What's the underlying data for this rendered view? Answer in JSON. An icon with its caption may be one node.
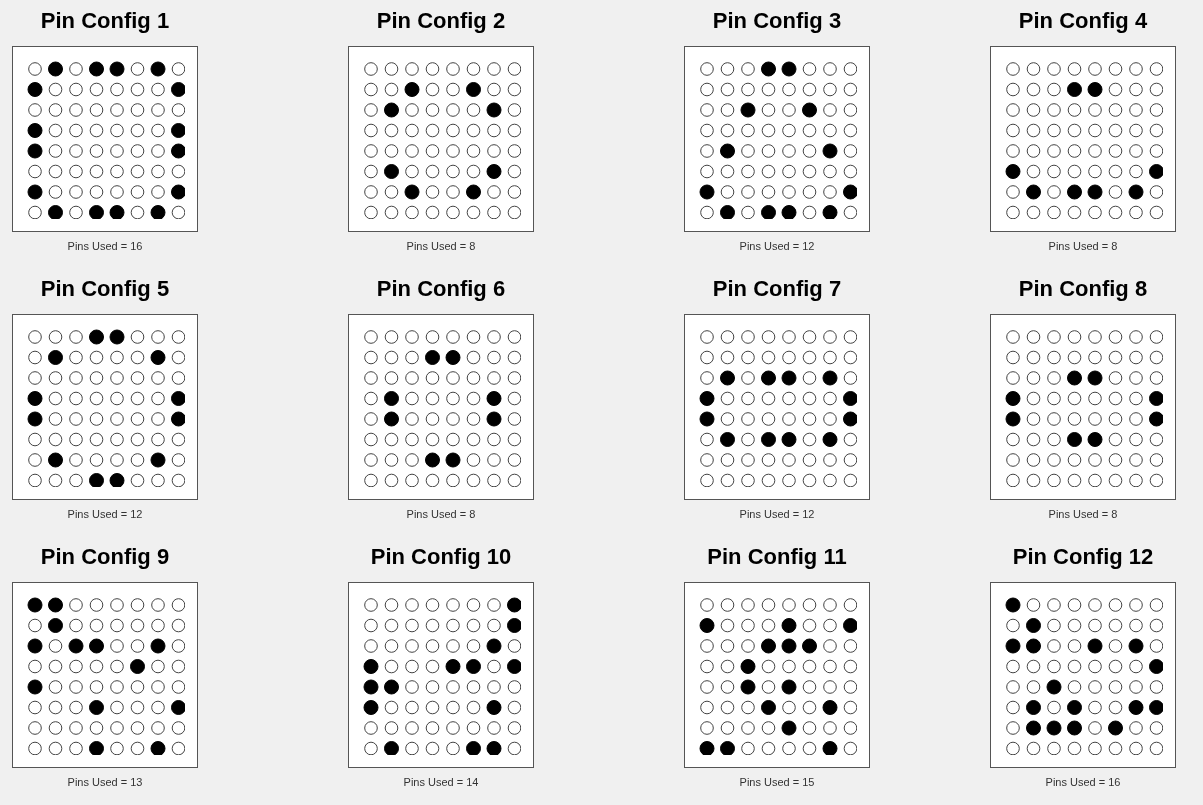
{
  "diagram": {
    "nodes": [
      {
        "text": [
          "Pin Config 1"
        ],
        "beside": [
          "Pins Used = 16"
        ]
      },
      {
        "text": [
          "Pin Config 2"
        ],
        "beside": [
          "Pins Used = 8"
        ]
      },
      {
        "text": [
          "Pin Config 3"
        ],
        "beside": [
          "Pins Used = 12"
        ]
      },
      {
        "text": [
          "Pin Config 4"
        ],
        "beside": [
          "Pins Used = 8"
        ]
      },
      {
        "text": [
          "Pin Config 5"
        ],
        "beside": [
          "Pins Used = 12"
        ]
      },
      {
        "text": [
          "Pin Config 6"
        ],
        "beside": [
          "Pins Used = 8"
        ]
      },
      {
        "text": [
          "Pin Config 7"
        ],
        "beside": [
          "Pins Used = 12"
        ]
      },
      {
        "text": [
          "Pin Config 8"
        ],
        "beside": [
          "Pins Used = 8"
        ]
      },
      {
        "text": [
          "Pin Config 9"
        ],
        "beside": [
          "Pins Used = 13"
        ]
      },
      {
        "text": [
          "Pin Config 10"
        ],
        "beside": [
          "Pins Used = 14"
        ]
      },
      {
        "text": [
          "Pin Config 11"
        ],
        "beside": [
          "Pins Used = 15"
        ]
      },
      {
        "text": [
          "Pin Config 12"
        ],
        "beside": [
          "Pins Used = 16"
        ]
      }
    ]
  }
}
